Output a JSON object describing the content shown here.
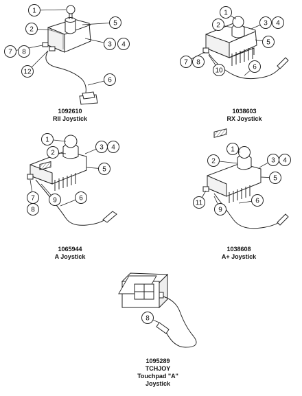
{
  "diagram": {
    "figures": [
      {
        "part_number": "1092610",
        "name": "RII Joystick",
        "callouts": [
          "1",
          "2",
          "5",
          "3",
          "4",
          "7",
          "8",
          "12",
          "6"
        ]
      },
      {
        "part_number": "1038603",
        "name": "RX Joystick",
        "callouts": [
          "1",
          "2",
          "3",
          "4",
          "5",
          "7",
          "8",
          "10",
          "6"
        ]
      },
      {
        "part_number": "1065944",
        "name": "A Joystick",
        "callouts": [
          "1",
          "2",
          "3",
          "4",
          "5",
          "7",
          "8",
          "9",
          "6"
        ]
      },
      {
        "part_number": "1038608",
        "name": "A+ Joystick",
        "callouts": [
          "1",
          "2",
          "3",
          "4",
          "5",
          "11",
          "9",
          "6"
        ]
      },
      {
        "part_number": "1095289",
        "name": "TCHJOY",
        "subtitle": "Touchpad \"A\"",
        "subtitle2": "Joystick",
        "callouts": [
          "8"
        ]
      }
    ]
  }
}
